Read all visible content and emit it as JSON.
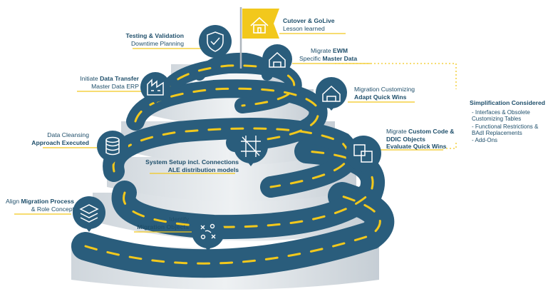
{
  "accent_color": "#f2c81c",
  "road_color": "#2a5d7c",
  "milestones": {
    "cutover": {
      "strong": "Cutover & GoLive",
      "normal": "Lesson learned",
      "icon": "house-icon"
    },
    "testing": {
      "strong": "Testing & Validation",
      "normal": "Downtime Planning",
      "icon": "shield-check-icon"
    },
    "ewm": {
      "pre": "Migrate ",
      "strong": "EWM",
      "normal": "Specific ",
      "strong2": "Master Data",
      "icon": "warehouse-icon"
    },
    "transfer": {
      "pre": "Initiate ",
      "strong": "Data Transfer",
      "normal": "Master Data ERP",
      "icon": "factory-icon"
    },
    "customizing": {
      "normal": "Migration Customizing",
      "strong": "Adapt Quick Wins",
      "icon": "warehouse-gear-icon"
    },
    "cleansing": {
      "normal": "Data Cleansing",
      "strong": "Approach Executed",
      "icon": "database-icon"
    },
    "system": {
      "line1": "System Setup incl. Connections",
      "line2": "ALE distribution models",
      "icon": "network-icon"
    },
    "custom_code": {
      "pre": "Migrate ",
      "strong": "Custom Code &",
      "line2": "DDIC Objects",
      "line3": "Evaluate Quick Wins",
      "icon": "objects-icon"
    },
    "align": {
      "pre": "Align ",
      "strong": "Migration Process",
      "line2": "& Role Concept",
      "icon": "layers-icon"
    },
    "identify": {
      "normal": "Identify",
      "strong": "Migration Objects",
      "icon": "strategy-icon"
    }
  },
  "simplification": {
    "title": "Simplification Considered",
    "items": [
      "- Interfaces & Obsolete",
      "  Customizing Tables",
      "- Functional Restrictions &",
      "  BAdI Replacements",
      "- Add-Ons"
    ]
  }
}
